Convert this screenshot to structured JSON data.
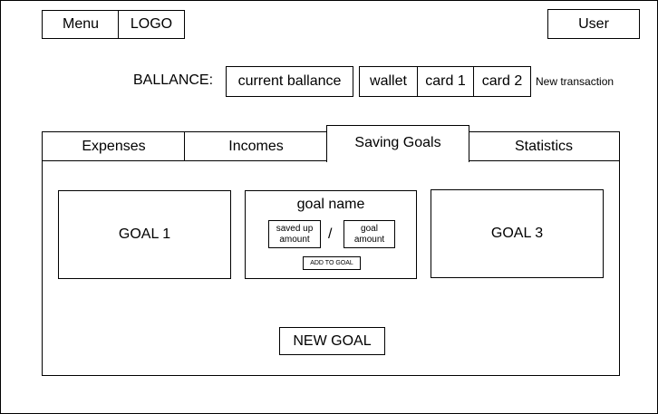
{
  "header": {
    "menu_label": "Menu",
    "logo_text": "LOGO",
    "user_label": "User"
  },
  "balance": {
    "label": "BALLANCE:",
    "current_label": "current ballance",
    "accounts": [
      "wallet",
      "card 1",
      "card 2"
    ],
    "new_transaction_label": "New transaction"
  },
  "tabs": [
    "Expenses",
    "Incomes",
    "Saving Goals",
    "Statistics"
  ],
  "active_tab": "Saving Goals",
  "goals": {
    "goal1": "GOAL 1",
    "goal2": {
      "name": "goal name",
      "saved_label": "saved up amount",
      "separator": "/",
      "goal_amount_label": "goal amount",
      "add_button": "ADD TO GOAL"
    },
    "goal3": "GOAL 3",
    "new_goal_button": "NEW GOAL"
  }
}
